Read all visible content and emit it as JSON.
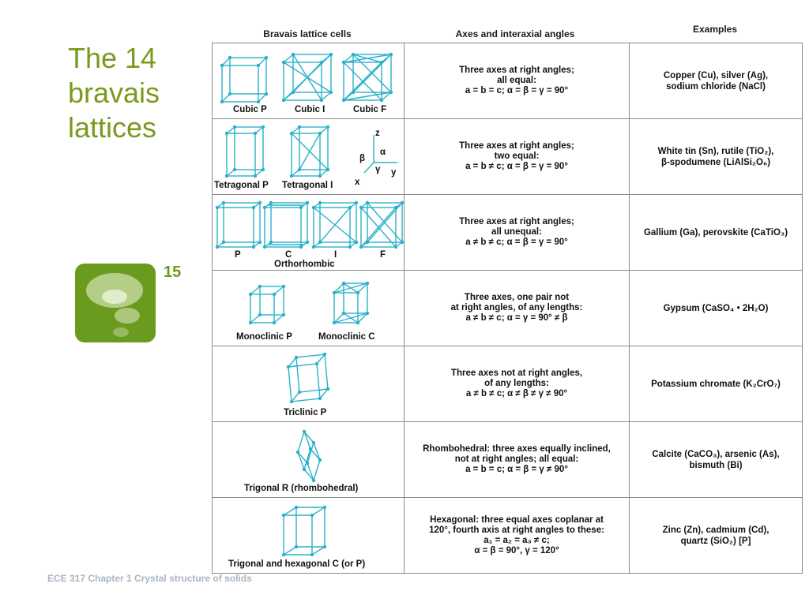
{
  "slide": {
    "title_lines": [
      "The 14",
      "bravais",
      "lattices"
    ],
    "page_number": "15",
    "footer": "ECE 317 Chapter 1 Crystal structure of solids"
  },
  "colors": {
    "title": "#7a9a1e",
    "lattice": "#2bb1c9",
    "logo": "#6a9b1f"
  },
  "table": {
    "headers": [
      "Bravais lattice cells",
      "Axes and interaxial angles",
      "Examples"
    ],
    "rows": [
      {
        "cell_labels": [
          "Cubic P",
          "Cubic I",
          "Cubic F"
        ],
        "axes": [
          "Three axes at right angles;",
          "all equal:",
          "a = b = c; α = β = γ = 90°"
        ],
        "examples": [
          "Copper (Cu), silver (Ag),",
          "sodium chloride (NaCl)"
        ]
      },
      {
        "cell_labels": [
          "Tetragonal P",
          "Tetragonal I"
        ],
        "axis_labels": [
          "z",
          "x",
          "y",
          "α",
          "β",
          "γ"
        ],
        "axes": [
          "Three axes at right angles;",
          "two equal:",
          "a = b ≠ c; α = β = γ = 90°"
        ],
        "examples": [
          "White tin (Sn), rutile (TiO₂),",
          "β-spodumene (LiAlSi₂O₆)"
        ]
      },
      {
        "cell_labels": [
          "P",
          "C",
          "I",
          "F"
        ],
        "group_label": "Orthorhombic",
        "axes": [
          "Three axes at right angles;",
          "all unequal:",
          "a ≠ b ≠ c; α = β = γ = 90°"
        ],
        "examples": [
          "Gallium (Ga), perovskite (CaTiO₃)"
        ]
      },
      {
        "cell_labels": [
          "Monoclinic P",
          "Monoclinic C"
        ],
        "axes": [
          "Three axes, one pair not",
          "at right angles, of any lengths:",
          "a ≠ b ≠ c; α = γ = 90° ≠ β"
        ],
        "examples": [
          "Gypsum (CaSO₄ • 2H₂O)"
        ]
      },
      {
        "cell_labels": [
          "Triclinic P"
        ],
        "axes": [
          "Three axes not at right angles,",
          "of any lengths:",
          "a ≠ b ≠ c; α ≠ β ≠ γ ≠ 90°"
        ],
        "examples": [
          "Potassium chromate (K₂CrO₇)"
        ]
      },
      {
        "cell_labels": [
          "Trigonal R (rhombohedral)"
        ],
        "axes": [
          "Rhombohedral: three axes equally inclined,",
          "not at right angles; all equal:",
          "a = b = c; α = β = γ ≠ 90°"
        ],
        "examples": [
          "Calcite (CaCO₃), arsenic (As),",
          "bismuth (Bi)"
        ]
      },
      {
        "cell_labels": [
          "Trigonal and hexagonal C (or P)"
        ],
        "axes": [
          "Hexagonal: three equal axes coplanar at",
          "120°, fourth axis at right angles to these:",
          "a₁ = a₂ = a₃ ≠ c;",
          "α = β =  90°, γ = 120°"
        ],
        "examples": [
          "Zinc (Zn), cadmium (Cd),",
          "quartz (SiO₂) [P]"
        ]
      }
    ]
  }
}
